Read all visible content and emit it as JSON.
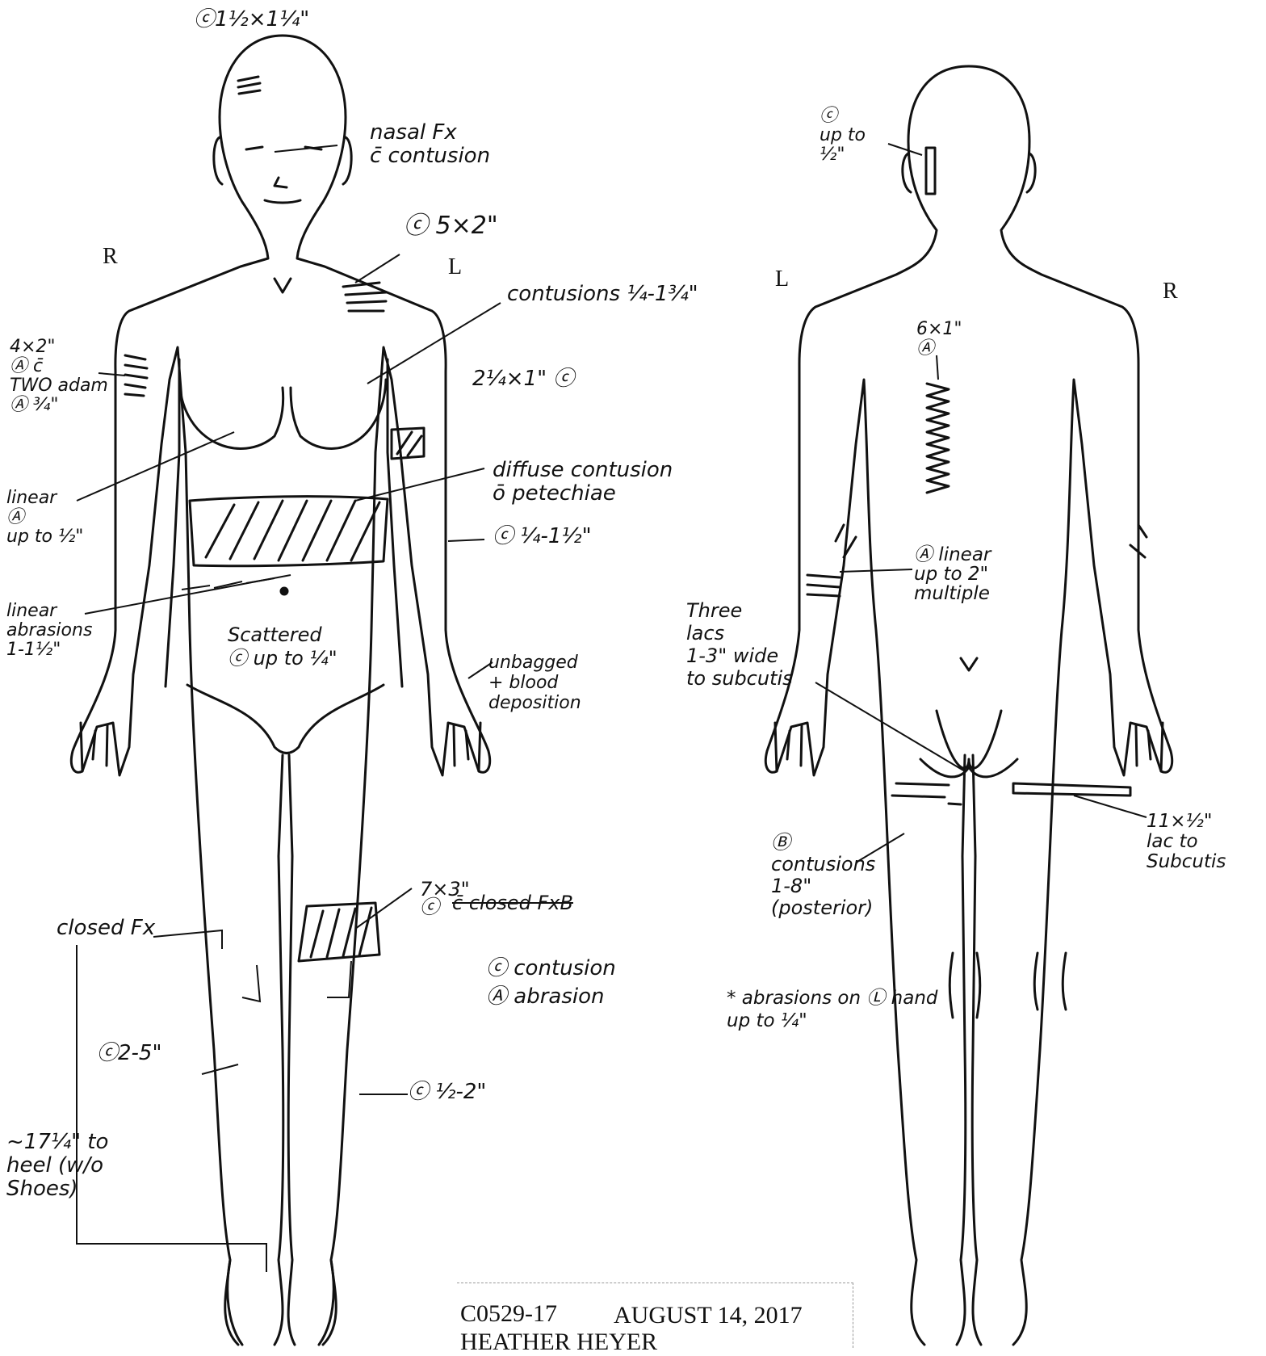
{
  "orientation": {
    "front_right": "R",
    "front_left": "L",
    "back_left": "L",
    "back_right": "R"
  },
  "front_annotations": {
    "scalp": "ⓒ1½×1¼\"",
    "nose": "nasal Fx\nc̄ contusion",
    "shoulder": "ⓒ 5×2\"",
    "chest": "contusions ¼-1¾\"",
    "right_arm": "4×2\"\nⒶ c̄\nTWO adam\nⒶ ¾\"",
    "left_flank": "2¼×1\" ⓒ",
    "right_breast": "linear\nⒶ\nup to ½\"",
    "abdomen": "diffuse contusion\nō petechiae",
    "left_forearm": "ⓒ ¼-1½\"",
    "abrasions": "linear\nabrasions\n1-1½\"",
    "scattered": "Scattered\nⓒ up to ¼\"",
    "left_hand": "unbagged\n+ blood\ndeposition",
    "knee": "7×3\"\nⓒ",
    "knee_struck": "c̄ closed FxB",
    "closed_fx": "closed Fx",
    "right_leg": "ⓒ2-5\"",
    "left_leg": "ⓒ ½-2\"",
    "heel": "~17¼\" to\nheel (w/o\nShoes)"
  },
  "legend": {
    "c": "ⓒ contusion",
    "a": "Ⓐ abrasion"
  },
  "back_annotations": {
    "ear": "ⓒ\nup to\n½\"",
    "spine": "6×1\"\nⒶ",
    "elbow": "Ⓐ linear\nup to 2\"\nmultiple",
    "lacs": "Three\nlacs\n1-3\" wide\nto subcutis",
    "thigh_r": "11×½\"\nlac to\nSubcutis",
    "posterior": "Ⓑ\ncontusions\n1-8\"\n(posterior)",
    "hand_note": "* abrasions on Ⓛ hand\nup to ¼\""
  },
  "footer": {
    "case_number": "C0529-17",
    "date": "AUGUST 14, 2017",
    "name": "HEATHER HEYER"
  }
}
